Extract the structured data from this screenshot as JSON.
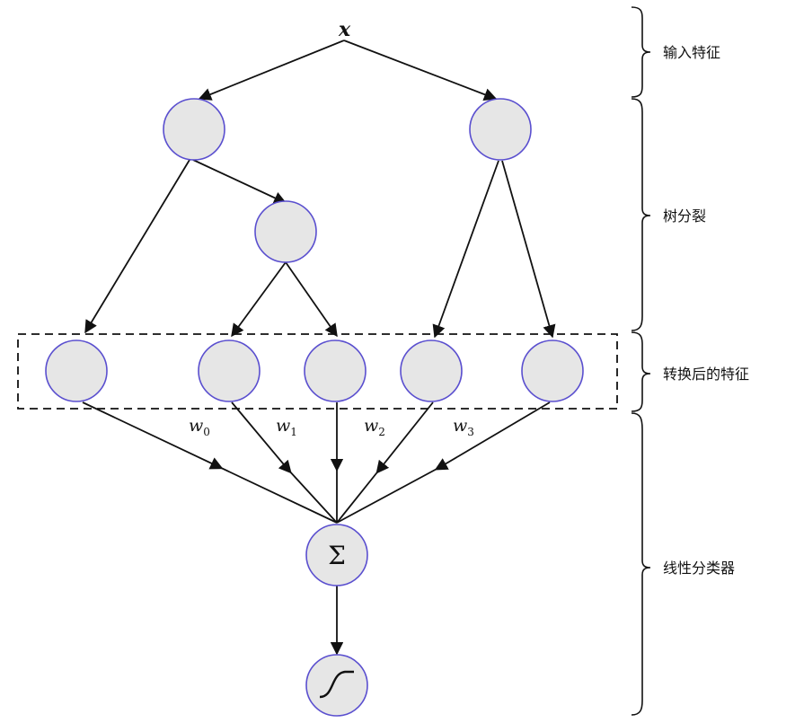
{
  "input": {
    "label": "x"
  },
  "weights": [
    {
      "symbol": "w",
      "sub": "0"
    },
    {
      "symbol": "w",
      "sub": "1"
    },
    {
      "symbol": "w",
      "sub": "2"
    },
    {
      "symbol": "w",
      "sub": "3"
    }
  ],
  "sum_node": {
    "symbol": "Σ"
  },
  "stages": [
    {
      "label": "输入特征"
    },
    {
      "label": "树分裂"
    },
    {
      "label": "转换后的特征"
    },
    {
      "label": "线性分类器"
    }
  ]
}
